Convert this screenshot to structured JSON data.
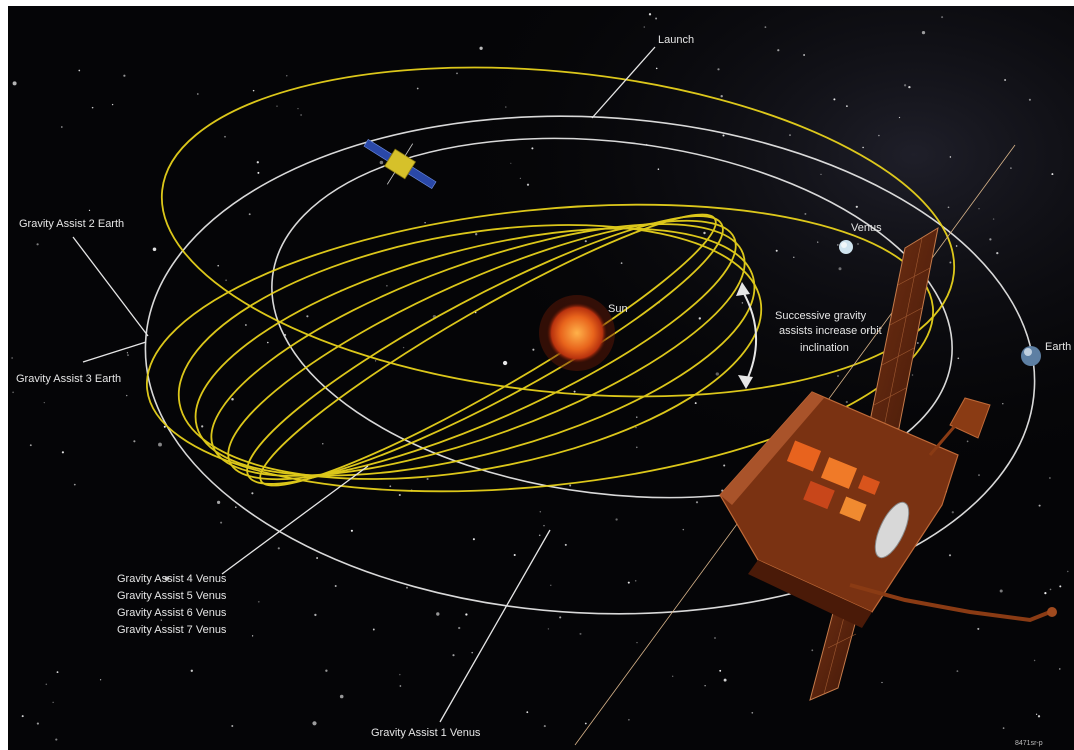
{
  "labels": {
    "launch": "Launch",
    "ga2": "Gravity Assist 2 Earth",
    "ga3": "Gravity Assist 3 Earth",
    "ga4": "Gravity Assist 4 Venus",
    "ga5": "Gravity Assist 5 Venus",
    "ga6": "Gravity Assist 6 Venus",
    "ga7": "Gravity Assist 7 Venus",
    "ga1": "Gravity Assist 1 Venus",
    "sun": "Sun",
    "venus": "Venus",
    "earth": "Earth",
    "inclination_1": "Successive gravity",
    "inclination_2": "assists increase orbit",
    "inclination_3": "inclination",
    "ref_code": "8471sr-p"
  },
  "colors": {
    "space_background": "#050507",
    "trajectory": "#e8d21c",
    "planet_orbit": "#d9d9d9",
    "sun": "#e0591a",
    "spacecraft_body": "#8a3b14",
    "solar_panel": "#6b2a10"
  }
}
